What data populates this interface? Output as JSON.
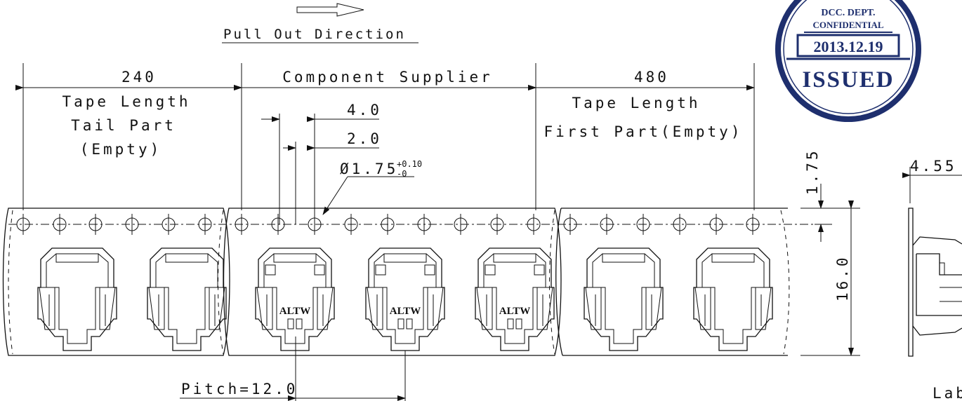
{
  "direction": {
    "label": "Pull Out Direction"
  },
  "sections": {
    "tail": {
      "length": "240",
      "lines": [
        "Tape Length",
        "Tail Part",
        "(Empty)"
      ]
    },
    "component": {
      "label": "Component Supplier"
    },
    "first": {
      "length": "480",
      "lines": [
        "Tape Length",
        "First Part(Empty)"
      ]
    }
  },
  "dimensions": {
    "hole_pitch": "4.0",
    "hole_offset": "2.0",
    "hole_diameter": "Ø1.75",
    "hole_tol_plus": "+0.10",
    "hole_tol_minus": "-0",
    "edge_to_hole": "1.75",
    "tape_width": "16.0",
    "side_depth": "4.55",
    "pitch": "Pitch=12.0"
  },
  "component_marking": "ALTW",
  "side_view_label": "Lab",
  "stamp": {
    "dept": "DCC. DEPT.",
    "confidential": "CONFIDENTIAL",
    "date": "2013.12.19",
    "status": "ISSUED",
    "ring_color": "#1e2f6e"
  }
}
